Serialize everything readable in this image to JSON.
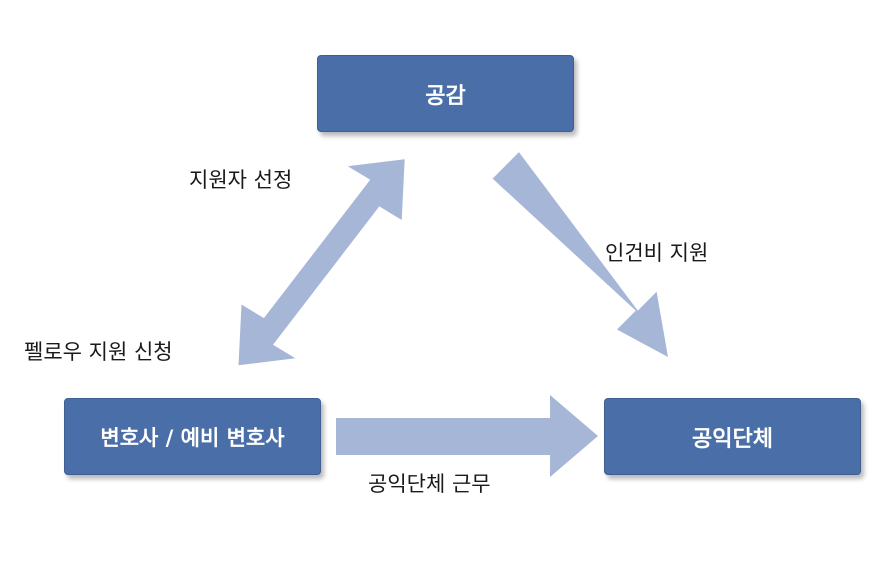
{
  "nodes": {
    "top": "공감",
    "left": "변호사 / 예비 변호사",
    "right": "공익단체"
  },
  "labels": {
    "selection": "지원자 선정",
    "apply": "펠로우 지원 신청",
    "labor_support": "인건비 지원",
    "work": "공익단체 근무"
  },
  "colors": {
    "node_fill": "#4a6ea8",
    "arrow_fill": "#a6b6d6",
    "text": "#1a1a1a"
  }
}
